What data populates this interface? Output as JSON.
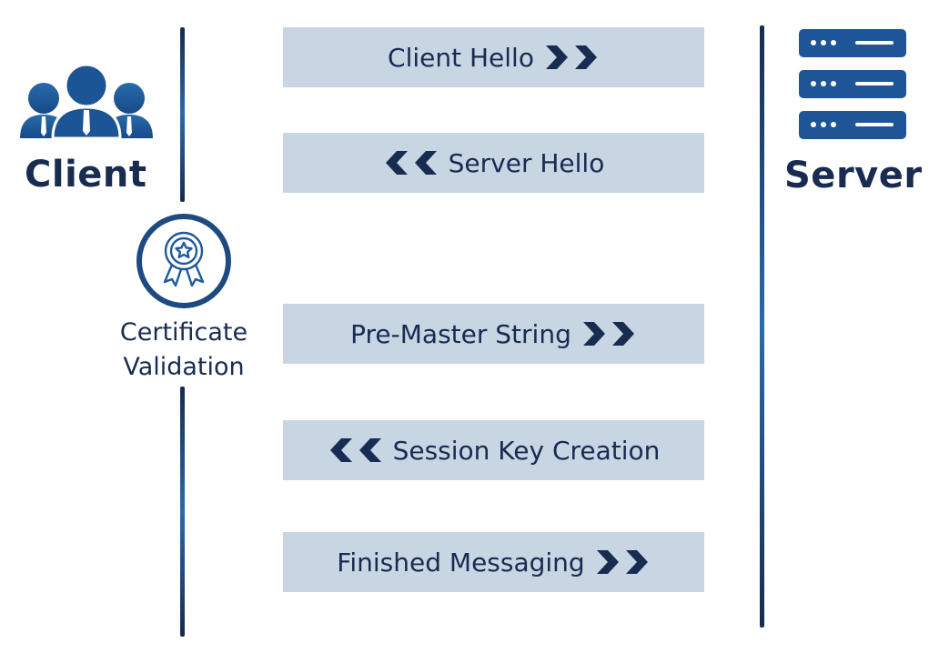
{
  "colors": {
    "dark_navy": "#182b50",
    "blue": "#1f5a9b",
    "bar_fill": "#c8d6e4",
    "line_gradient": [
      "#182b50",
      "#2a6aab",
      "#182b50"
    ]
  },
  "client": {
    "label": "Client",
    "icon": "users-group-icon"
  },
  "server": {
    "label": "Server",
    "icon": "server-rack-icon"
  },
  "certificate": {
    "line1": "Certificate",
    "line2": "Validation",
    "icon": "award-badge-icon"
  },
  "messages": [
    {
      "label": "Client Hello",
      "direction": "to-server"
    },
    {
      "label": "Server Hello",
      "direction": "to-client"
    },
    {
      "label": "Pre-Master String",
      "direction": "to-server"
    },
    {
      "label": "Session Key Creation",
      "direction": "to-client"
    },
    {
      "label": "Finished Messaging",
      "direction": "to-server"
    }
  ]
}
